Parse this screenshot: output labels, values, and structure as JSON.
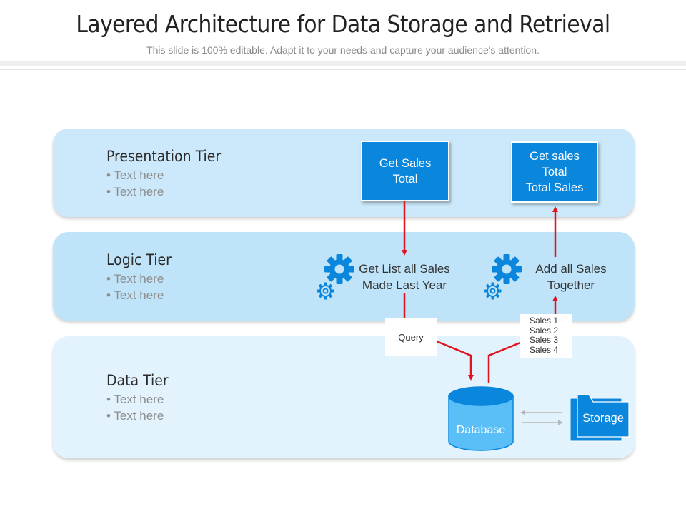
{
  "header": {
    "title": "Layered Architecture for Data Storage and Retrieval",
    "subtitle": "This slide is 100% editable. Adapt it to your needs and capture your audience's attention."
  },
  "tiers": {
    "presentation": {
      "title": "Presentation Tier",
      "bullets": [
        "Text here",
        "Text here"
      ]
    },
    "logic": {
      "title": "Logic Tier",
      "bullets": [
        "Text here",
        "Text here"
      ]
    },
    "data": {
      "title": "Data Tier",
      "bullets": [
        "Text here",
        "Text here"
      ]
    }
  },
  "presentation_boxes": {
    "get_sales_total": [
      "Get Sales",
      "Total"
    ],
    "get_sales_total_sales": [
      "Get sales",
      "Total",
      "Total Sales"
    ]
  },
  "logic_steps": {
    "get_list": [
      "Get List all Sales",
      "Made Last Year"
    ],
    "add_all": [
      "Add all Sales",
      "Together"
    ]
  },
  "labels": {
    "query": "Query",
    "sales": [
      "Sales  1",
      "Sales  2",
      "Sales  3",
      "Sales  4"
    ],
    "database": "Database",
    "storage": "Storage"
  },
  "icons": {
    "gear_large": "gear-icon",
    "gear_small": "gear-icon",
    "database": "database-icon",
    "storage": "folder-icon"
  },
  "colors": {
    "accent_blue": "#0a86dc",
    "arrow_red": "#e0141e",
    "tier_pres": "#cbe9fa",
    "tier_logic": "#bfe4f9",
    "tier_data": "#e3f3fd"
  }
}
